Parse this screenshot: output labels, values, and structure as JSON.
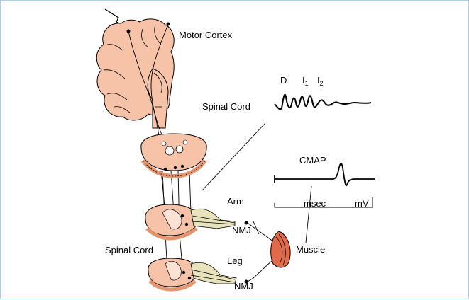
{
  "labels": {
    "motor_cortex": "Motor Cortex",
    "spinal_cord_upper": "Spinal Cord",
    "spinal_cord_lower": "Spinal Cord",
    "arm": "Arm",
    "leg": "Leg",
    "nmj_arm": "NMJ",
    "nmj_leg": "NMJ",
    "muscle": "Muscle",
    "cmap": "CMAP",
    "msec": "msec",
    "mv": "mV"
  },
  "waves": {
    "d": "D",
    "i1_letter": "I",
    "i1_sub": "1",
    "i2_letter": "I",
    "i2_sub": "2"
  },
  "colors": {
    "tissue": "#f6c3a8",
    "tissue_dark": "#e4956e",
    "nerve_root": "#e9e3bd",
    "muscle": "#e06a4a",
    "frame": "#a7cfe6"
  },
  "icons": {
    "stimulus": "lightning-arrow-icon"
  }
}
